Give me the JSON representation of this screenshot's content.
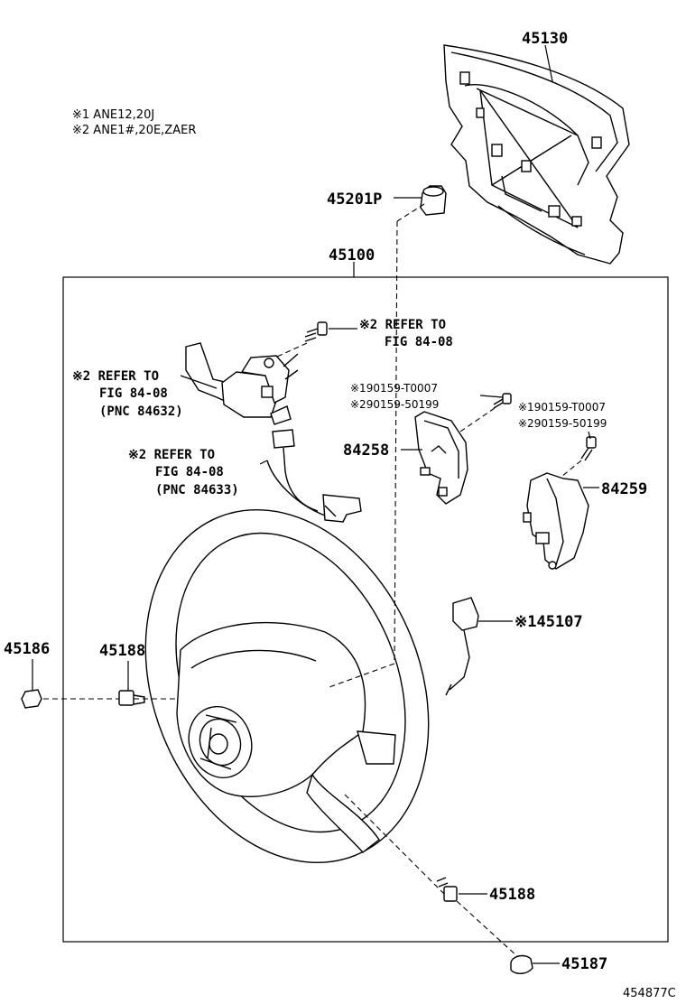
{
  "notes": [
    "※1 ANE12,20J",
    "※2 ANE1#,20E,ZAER"
  ],
  "labels": {
    "p45130": "45130",
    "p45201p": "45201P",
    "p45100": "45100",
    "ref_top_1": "※2 REFER TO",
    "ref_top_2": "FIG 84-08",
    "ref_left_1": "※2 REFER TO",
    "ref_left_2": "FIG 84-08",
    "ref_left_3": "(PNC 84632)",
    "ref_mid_1": "※2 REFER TO",
    "ref_mid_2": "FIG 84-08",
    "ref_mid_3": "(PNC 84633)",
    "screw_a_1": "※190159-T0007",
    "screw_a_2": "※290159-50199",
    "screw_b_1": "※190159-T0007",
    "screw_b_2": "※290159-50199",
    "p84258": "84258",
    "p84259": "84259",
    "p45107": "※145107",
    "p45186": "45186",
    "p45188_left": "45188",
    "p45188_bottom": "45188",
    "p45187": "45187",
    "diagram_code": "454877C"
  }
}
